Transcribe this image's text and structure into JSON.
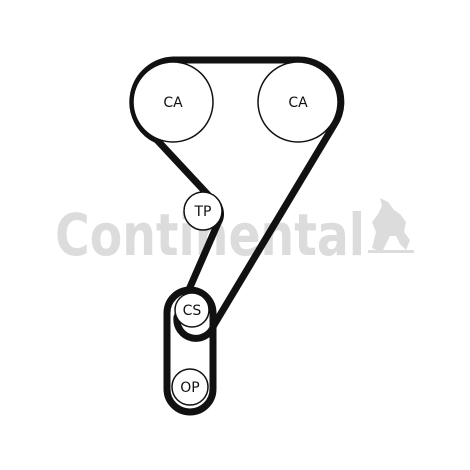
{
  "watermark": {
    "text": "Continental",
    "color": "#dcdcdc",
    "logo_icon": "rearing-horse-icon"
  },
  "belt": {
    "color": "#111111"
  },
  "pulleys": [
    {
      "id": "ca-left",
      "label": "CA"
    },
    {
      "id": "ca-right",
      "label": "CA"
    },
    {
      "id": "tp",
      "label": "TP"
    },
    {
      "id": "cs",
      "label": "CS"
    },
    {
      "id": "op",
      "label": "OP"
    }
  ],
  "pulley_stroke": "#111111",
  "pulley_fill": "#ffffff"
}
